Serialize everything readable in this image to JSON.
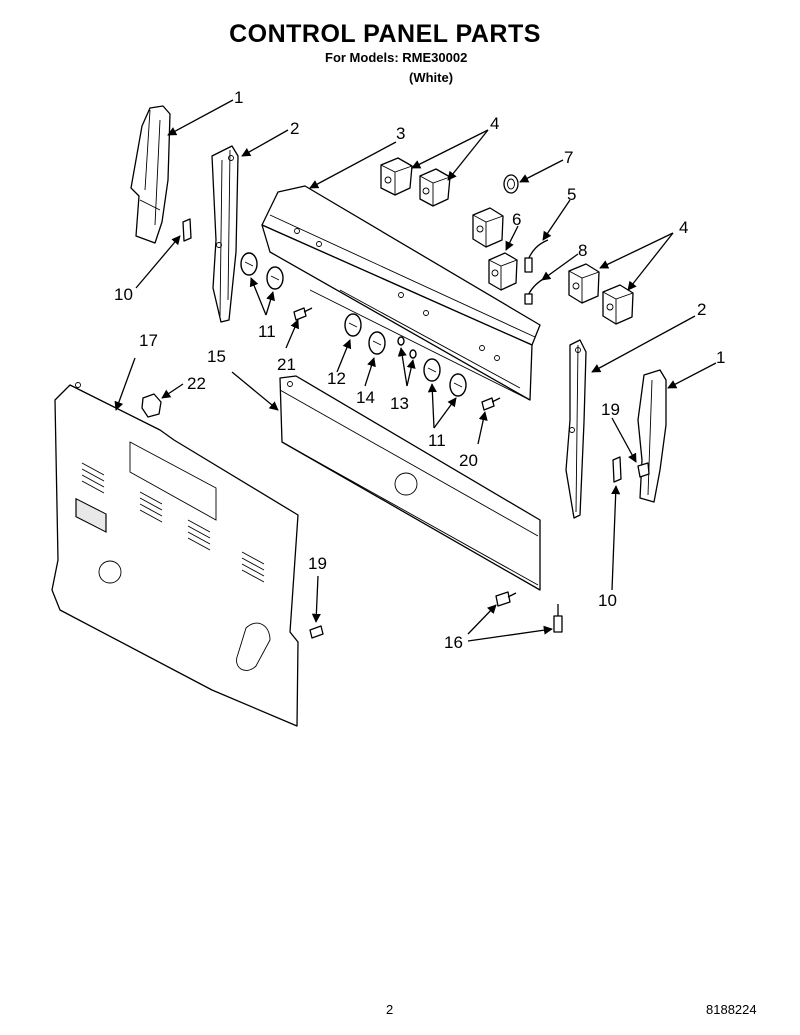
{
  "header": {
    "title": "CONTROL PANEL PARTS",
    "models_line": "For Models: RME30002",
    "variant": "(White)"
  },
  "callouts": {
    "c1a": "1",
    "c1b": "1",
    "c2a": "2",
    "c2b": "2",
    "c3": "3",
    "c4a": "4",
    "c4b": "4",
    "c5": "5",
    "c6": "6",
    "c7": "7",
    "c8": "8",
    "c10a": "10",
    "c10b": "10",
    "c11a": "11",
    "c11b": "11",
    "c12": "12",
    "c13": "13",
    "c14": "14",
    "c15": "15",
    "c16": "16",
    "c17": "17",
    "c19a": "19",
    "c19b": "19",
    "c20": "20",
    "c21": "21",
    "c22": "22"
  },
  "footer": {
    "page_number": "2",
    "doc_number": "8188224"
  }
}
